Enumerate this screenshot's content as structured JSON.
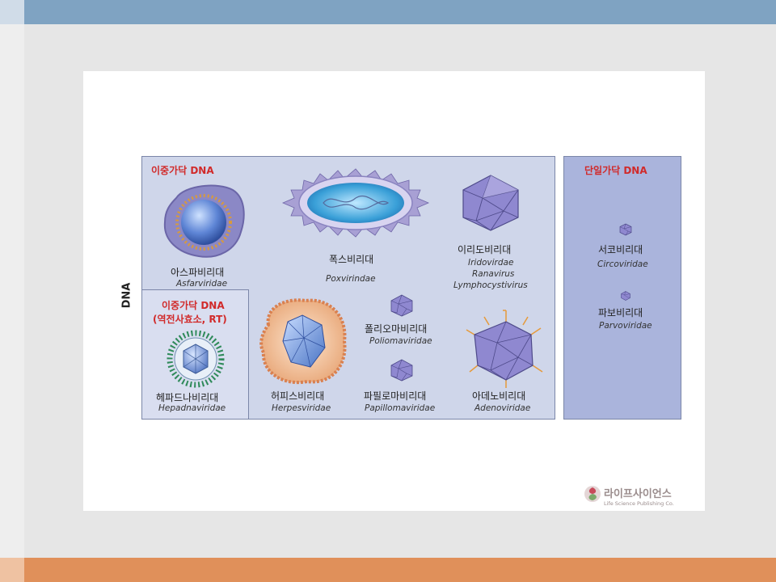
{
  "axis_label": "DNA",
  "double_stranded": {
    "header": "이중가닥 DNA",
    "viruses": [
      {
        "korean": "아스파비리대",
        "latin": "Asfarviridae"
      },
      {
        "korean": "폭스비리대",
        "latin": "Poxvirindae"
      },
      {
        "korean": "이리도비리대",
        "latin_lines": [
          "Iridovirdae",
          "Ranavirus",
          "Lymphocystivirus"
        ]
      },
      {
        "korean": "폴리오마비리대",
        "latin": "Poliomaviridae"
      },
      {
        "korean": "허피스비리대",
        "latin": "Herpesviridae"
      },
      {
        "korean": "파필로마비리대",
        "latin": "Papillomaviridae"
      },
      {
        "korean": "아데노비리대",
        "latin": "Adenoviridae"
      }
    ]
  },
  "reverse_transcriptase": {
    "header_line1": "이중가닥 DNA",
    "header_line2": "(역전사효소, RT)",
    "virus": {
      "korean": "헤파드나비리대",
      "latin": "Hepadnaviridae"
    }
  },
  "single_stranded": {
    "header": "단일가닥 DNA",
    "viruses": [
      {
        "korean": "서코비리대",
        "latin": "Circoviridae"
      },
      {
        "korean": "파보비리대",
        "latin": "Parvoviridae"
      }
    ]
  },
  "publisher": {
    "korean": "라이프사이언스",
    "english": "Life Science Publishing Co."
  },
  "colors": {
    "header_red": "#d12a2a",
    "panel_fill": "#cfd6ea",
    "single_fill": "#aab4dc",
    "top_bar": "#7fa3c2",
    "bottom_bar": "#e0905a"
  }
}
